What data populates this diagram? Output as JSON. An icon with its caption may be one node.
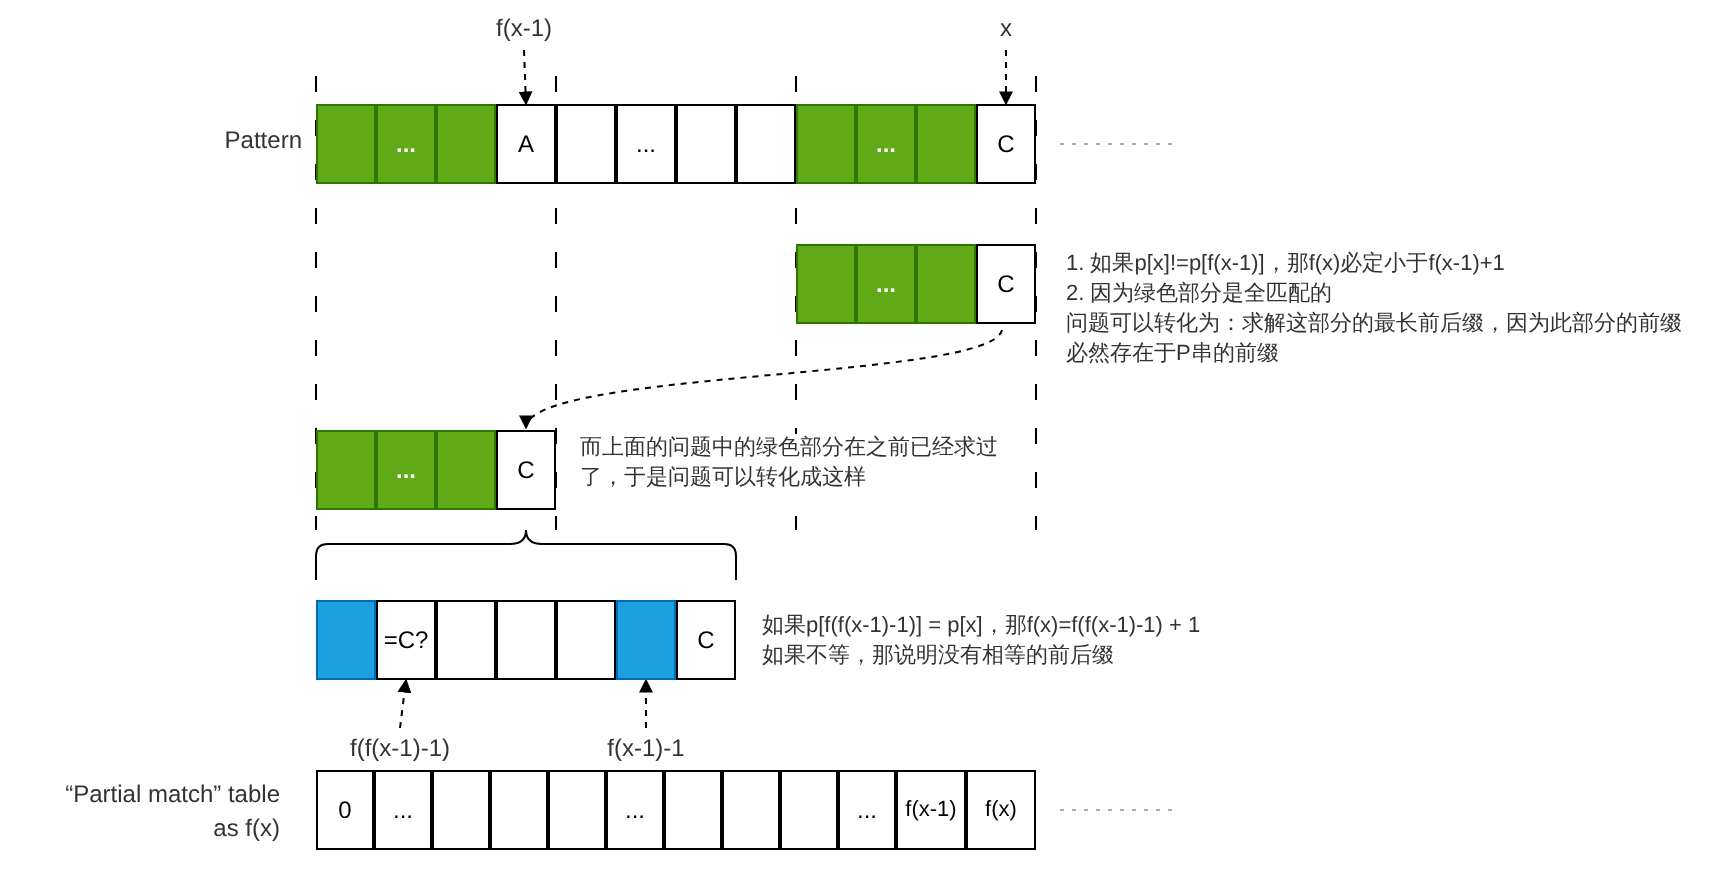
{
  "diagram": {
    "nodes": [
      {
        "text": [
          "f(x-1)"
        ]
      },
      {
        "text": [
          "x"
        ]
      },
      {
        "text": [],
        "shape": "box"
      },
      {
        "text": [
          "..."
        ]
      },
      {
        "text": [],
        "shape": "box"
      },
      {
        "text": [
          "A"
        ]
      },
      {
        "text": [],
        "shape": "box"
      },
      {
        "text": [
          "..."
        ]
      },
      {
        "text": [],
        "shape": "box"
      },
      {
        "text": [],
        "shape": "box"
      },
      {
        "text": [],
        "shape": "box"
      },
      {
        "text": [
          "..."
        ]
      },
      {
        "text": [],
        "shape": "box"
      },
      {
        "text": [
          "C"
        ]
      },
      {
        "text": [],
        "shape": "box"
      },
      {
        "text": [
          "..."
        ]
      },
      {
        "text": [],
        "shape": "box"
      },
      {
        "text": [
          "C"
        ]
      },
      {
        "text": [],
        "shape": "box"
      },
      {
        "text": [
          "..."
        ]
      },
      {
        "text": [],
        "shape": "box"
      },
      {
        "text": [
          "C"
        ]
      },
      {
        "text": [],
        "shape": "box"
      },
      {
        "text": [
          "=C?"
        ]
      },
      {
        "text": [],
        "shape": "box"
      },
      {
        "text": [],
        "shape": "box"
      },
      {
        "text": [],
        "shape": "box"
      },
      {
        "text": [],
        "shape": "box"
      },
      {
        "text": [
          "C"
        ]
      },
      {
        "text": [
          "f(f(x-1)-1)"
        ]
      },
      {
        "text": [
          "f(x-1)-1"
        ]
      },
      {
        "text": [
          "0"
        ]
      },
      {
        "text": [
          "..."
        ]
      },
      {
        "text": [],
        "shape": "box"
      },
      {
        "text": [],
        "shape": "box"
      },
      {
        "text": [],
        "shape": "box"
      },
      {
        "text": [
          "..."
        ]
      },
      {
        "text": [],
        "shape": "box"
      },
      {
        "text": [],
        "shape": "box"
      },
      {
        "text": [],
        "shape": "box"
      },
      {
        "text": [
          "..."
        ]
      },
      {
        "text": [
          "f(x-1)"
        ]
      },
      {
        "text": [
          "f(x)"
        ]
      }
    ],
    "edges": [
      {
        "from": 0,
        "to": 5,
        "arrow": "to",
        "style": "dashed"
      },
      {
        "from": 1,
        "to": 13,
        "arrow": "to",
        "style": "dashed"
      },
      {
        "from": 17,
        "to": 21,
        "arrow": "to",
        "style": "dashed"
      },
      {
        "from": 29,
        "to": 23,
        "arrow": "to",
        "style": "dashed"
      },
      {
        "from": 30,
        "to": 27,
        "arrow": "to",
        "style": "dashed"
      }
    ],
    "labels": [
      "Pattern",
      "1. 如果p[x]!=p[f(x-1)]，那f(x)必定小于f(x-1)+1",
      "2. 因为绿色部分是全匹配的",
      "问题可以转化为：求解这部分的最长前后缀，因为此部分的前缀必然存在于P串的前缀",
      "而上面的问题中的绿色部分在之前已经求过了，于是问题可以转化成这样",
      "如果p[f(f(x-1)-1)] = p[x]，那f(x)=f(f(x-1)-1) + 1",
      "如果不等，那说明没有相等的前后缀",
      "“Partial match” table as f(x)"
    ]
  }
}
